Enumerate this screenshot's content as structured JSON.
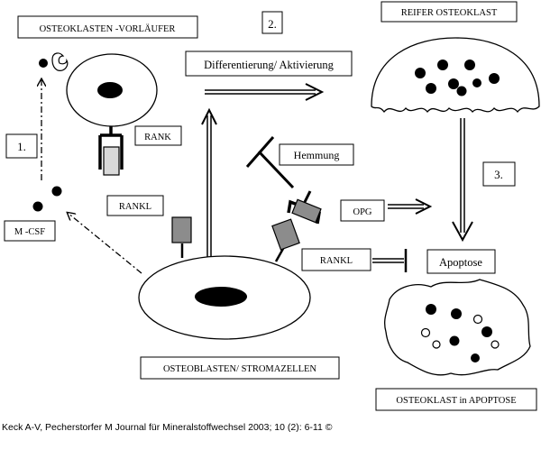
{
  "labels": {
    "precursor": "OSTEOKLASTEN -VORLÄUFER",
    "mature": "REIFER OSTEOKLAST",
    "differentiation": "Differentierung/ Aktivierung",
    "rank": "RANK",
    "inhibition": "Hemmung",
    "rankl_top": "RANKL",
    "opg": "OPG",
    "mcsf": "M -CSF",
    "rankl_bottom": "RANKL",
    "apoptosis": "Apoptose",
    "osteoblasts": "OSTEOBLASTEN/ STROMAZELLEN",
    "apoptotic_osteoclast": "OSTEOKLAST in APOPTOSE"
  },
  "steps": {
    "one": "1.",
    "two": "2.",
    "three": "3."
  },
  "caption": "Keck A-V, Pecherstorfer M Journal für Mineralstoffwechsel 2003; 10 (2): 6-11 ©",
  "colors": {
    "ink": "#000000",
    "receptor_fill": "#d9d9d9",
    "ligand_fill": "#8c8c8c",
    "background": "#ffffff"
  }
}
